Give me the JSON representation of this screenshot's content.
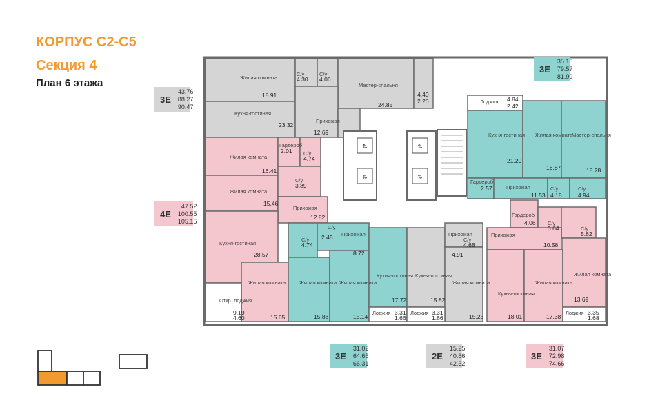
{
  "header": {
    "line1": "КОРПУС С2-С5",
    "line2": "Секция 4",
    "line3": "План 6 этажа"
  },
  "colors": {
    "accent": "#f39a2e",
    "teal": "#8fd3d1",
    "pink": "#f4c7cf",
    "grey": "#d5d5d5",
    "wall": "#6a6a6a"
  },
  "badges": [
    {
      "code": "3E",
      "nums": [
        "43.76",
        "88.27",
        "90.47"
      ],
      "color": "grey"
    },
    {
      "code": "3E",
      "nums": [
        "35.15",
        "79.57",
        "81.99"
      ],
      "color": "teal"
    },
    {
      "code": "4E",
      "nums": [
        "47.52",
        "100.55",
        "105.15"
      ],
      "color": "pink"
    },
    {
      "code": "3E",
      "nums": [
        "31.02",
        "64.65",
        "66.31"
      ],
      "color": "teal"
    },
    {
      "code": "2E",
      "nums": [
        "15.25",
        "40.66",
        "42.32"
      ],
      "color": "grey"
    },
    {
      "code": "3E",
      "nums": [
        "31.07",
        "72.98",
        "74.66"
      ],
      "color": "pink"
    }
  ],
  "rooms": {
    "g_living": {
      "label": "Жилая комната",
      "area": "18.91"
    },
    "g_bath1": {
      "label": "С/у",
      "area": "4.30"
    },
    "g_bath2": {
      "label": "С/у",
      "area": "4.06"
    },
    "g_master": {
      "label": "Мастер-спальня",
      "area": "24.85"
    },
    "g_loggia": {
      "label": "Лоджия",
      "area": "4.40",
      "area2": "2.20"
    },
    "g_kitchen": {
      "label": "Кухня-гостиная",
      "area": "23.32"
    },
    "g_hall": {
      "label": "Прихожая",
      "area": "12.69"
    },
    "p_living1": {
      "label": "Жилая комната",
      "area": "16.41"
    },
    "p_wardrobe": {
      "label": "Гардероб",
      "area": "2.01"
    },
    "p_bath1": {
      "label": "С/у",
      "area": "4.74"
    },
    "p_bath2": {
      "label": "С/у",
      "area": "3.89"
    },
    "p_living2": {
      "label": "Жилая комната",
      "area": "15.46"
    },
    "p_hall": {
      "label": "Прихожая",
      "area": "12.82"
    },
    "p_kitchen": {
      "label": "Кухня-гостиная",
      "area": "28.57"
    },
    "p_loggia": {
      "label": "Откр. лоджия",
      "area": "9.19",
      "area2": "4.60"
    },
    "pm_living": {
      "label": "Жилая комната",
      "area": "15.65"
    },
    "tr_loggia": {
      "label": "Лоджия",
      "area": "4.84",
      "area2": "2.42"
    },
    "tr_kitchen": {
      "label": "Кухня-гостиная",
      "area": "21.20"
    },
    "tr_living": {
      "label": "Жилая комната",
      "area": "16.87"
    },
    "tr_master": {
      "label": "Мастер-спальня",
      "area": "18.28"
    },
    "tr_wardrobe": {
      "label": "Гардероб",
      "area": "2.57"
    },
    "tr_hall": {
      "label": "Прихожая",
      "area": "11.53"
    },
    "tr_bath1": {
      "label": "С/у",
      "area": "4.18"
    },
    "tr_bath2": {
      "label": "С/у",
      "area": "4.94"
    },
    "tm_bath1": {
      "label": "С/у",
      "area": "4.74"
    },
    "tm_bath2": {
      "label": "С/у",
      "area": "2.45"
    },
    "tm_hall": {
      "label": "Прихожая",
      "area": "8.72"
    },
    "tm_living1": {
      "label": "Жилая комната",
      "area": "15.88"
    },
    "tm_living2": {
      "label": "Жилая комната",
      "area": "15.14"
    },
    "tm_kitchen": {
      "label": "Кухня-гостиная",
      "area": "17.72"
    },
    "tm_loggia": {
      "label": "Лоджия",
      "area": "3.31",
      "area2": "1.66"
    },
    "gm_hall": {
      "label": "Прихожая",
      "area": "4.91"
    },
    "gm_bath": {
      "label": "С/у",
      "area": "4.68"
    },
    "gm_kitchen": {
      "label": "Кухня-гостиная",
      "area": "15.82"
    },
    "gm_living": {
      "label": "Жилая комната",
      "area": "15.25"
    },
    "gm_loggia": {
      "label": "Лоджия",
      "area": "3.31",
      "area2": "1.66"
    },
    "pr_wardrobe": {
      "label": "Гардероб",
      "area": "4.06"
    },
    "pr_bath1": {
      "label": "С/у",
      "area": "3.64"
    },
    "pr_bath2": {
      "label": "С/у",
      "area": "5.62"
    },
    "pr_hall": {
      "label": "Прихожая",
      "area": "10.58"
    },
    "pr_kitchen": {
      "label": "Кухня-гостиная",
      "area": "18.01"
    },
    "pr_living1": {
      "label": "Жилая комната",
      "area": "17.38"
    },
    "pr_living2": {
      "label": "Жилая комната",
      "area": "13.69"
    },
    "pr_loggia": {
      "label": "Лоджия",
      "area": "3.35",
      "area2": "1.68"
    }
  }
}
